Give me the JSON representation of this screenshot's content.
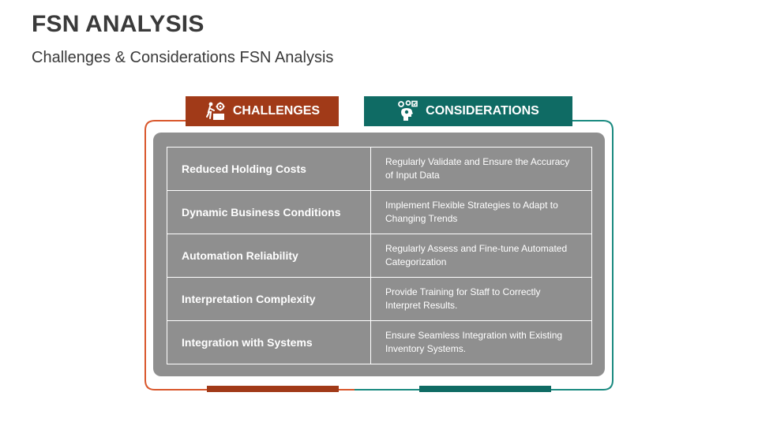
{
  "title": "FSN ANALYSIS",
  "subtitle": "Challenges & Considerations FSN Analysis",
  "headers": {
    "challenges": "CHALLENGES",
    "considerations": "CONSIDERATIONS"
  },
  "colors": {
    "challenges": "#a13a18",
    "considerations": "#0f6b64",
    "panel": "#8f8f8f"
  },
  "icons": {
    "challenges": "climbing-person-gear-icon",
    "considerations": "idea-head-gears-icon"
  },
  "rows": [
    {
      "challenge": "Reduced Holding Costs",
      "consideration": "Regularly Validate and Ensure the Accuracy of Input Data"
    },
    {
      "challenge": "Dynamic Business Conditions",
      "consideration": "Implement Flexible Strategies to Adapt to Changing Trends"
    },
    {
      "challenge": "Automation Reliability",
      "consideration": "Regularly Assess and Fine-tune Automated Categorization"
    },
    {
      "challenge": "Interpretation Complexity",
      "consideration": "Provide Training for Staff to Correctly Interpret Results."
    },
    {
      "challenge": "Integration with Systems",
      "consideration": "Ensure Seamless Integration with Existing Inventory Systems."
    }
  ]
}
